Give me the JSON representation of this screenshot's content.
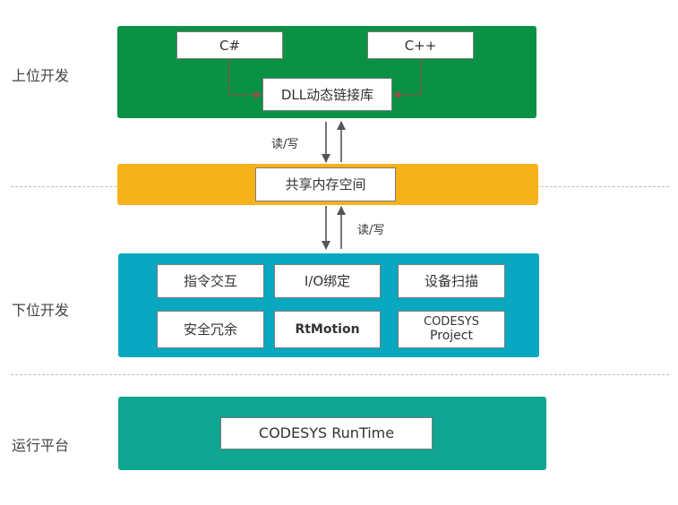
{
  "layers": {
    "upper": "上位开发",
    "lower": "下位开发",
    "runtime": "运行平台"
  },
  "upper_block": {
    "csharp": "C#",
    "cpp": "C++",
    "dll": "DLL动态链接库"
  },
  "shared_memory": "共享内存空间",
  "rw_label_top": "读/写",
  "rw_label_bottom": "读/写",
  "lower_block": {
    "row1": [
      "指令交互",
      "I/O绑定",
      "设备扫描"
    ],
    "row2_0": "安全冗余",
    "row2_1": "RtMotion",
    "row2_2_line1": "CODESYS",
    "row2_2_line2": "Project"
  },
  "runtime_block": {
    "runtime": "CODESYS RunTime"
  },
  "colors": {
    "green": "#0a9144",
    "orange": "#f5b21b",
    "cyan": "#08a8c0",
    "teal": "#0fa592"
  }
}
